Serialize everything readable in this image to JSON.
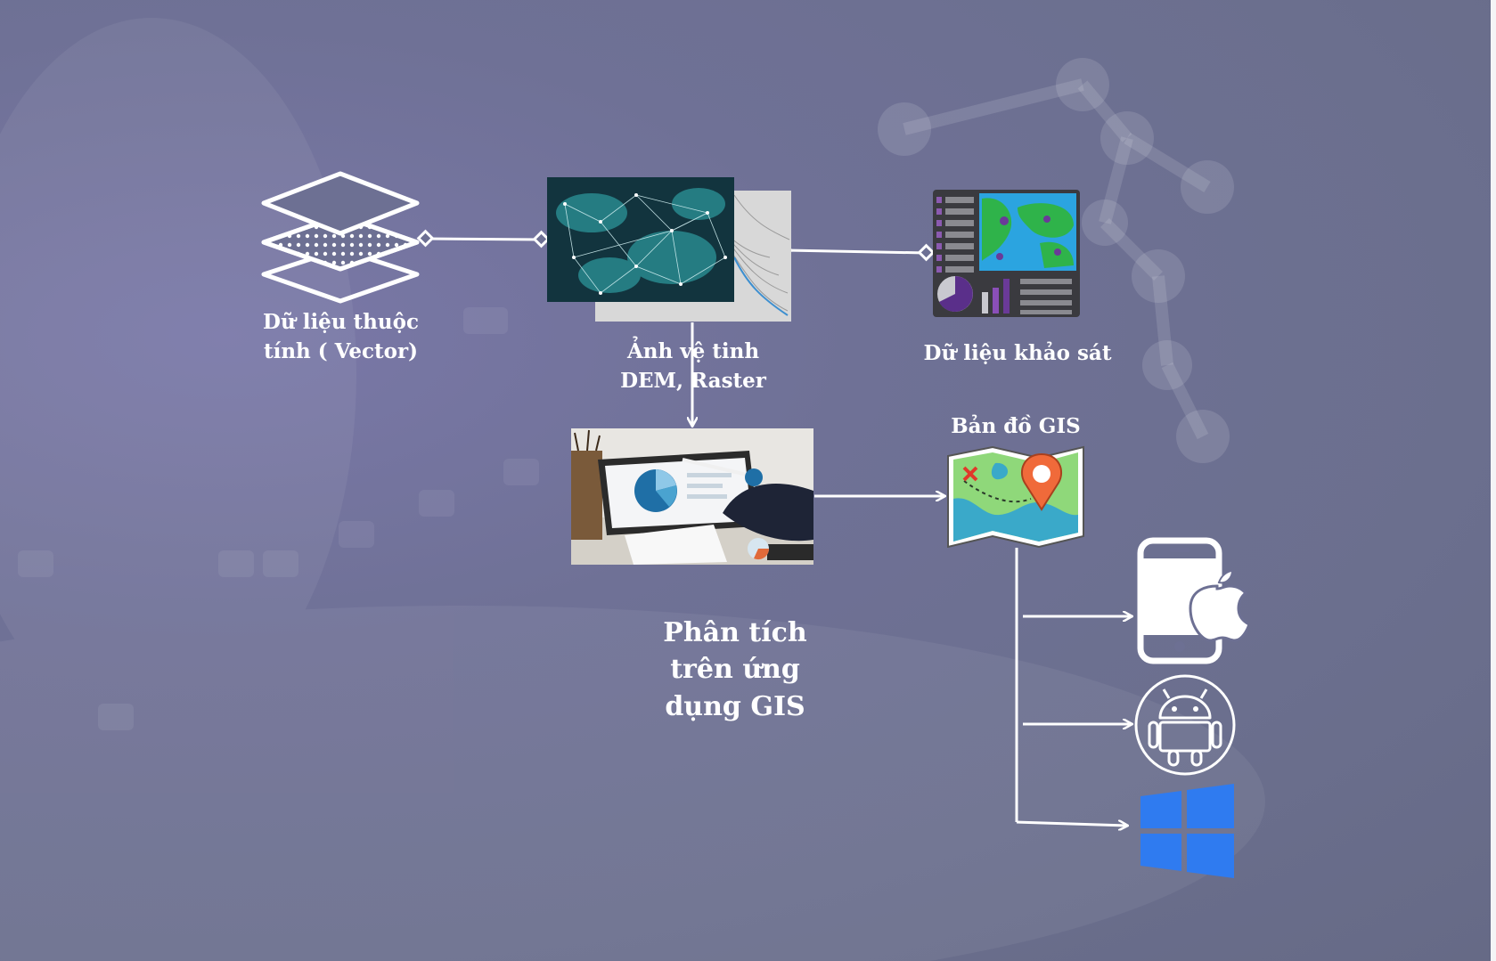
{
  "labels": {
    "vector_line1": "Dữ liệu thuộc",
    "vector_line2": "tính ( Vector)",
    "satellite_line1": "Ảnh vệ tinh",
    "satellite_line2": "DEM, Raster",
    "survey": "Dữ liệu khảo sát",
    "gis_map": "Bản đồ GIS",
    "analysis_line1": "Phân tích",
    "analysis_line2": "trên ứng",
    "analysis_line3": "dụng GIS"
  },
  "icons": {
    "vector": "layers-icon",
    "satellite": "satellite-image-icon",
    "survey": "survey-dashboard-icon",
    "analysis": "analysis-photo-icon",
    "gis_map": "map-pin-icon",
    "ios": "apple-phone-icon",
    "android": "android-icon",
    "windows": "windows-icon"
  },
  "colors": {
    "background": "#6d7093",
    "line": "#ffffff",
    "windows_blue": "#2f7bf0",
    "map_green": "#8fd87a",
    "map_water": "#3aa9c9",
    "pin_orange": "#f06a3a"
  }
}
